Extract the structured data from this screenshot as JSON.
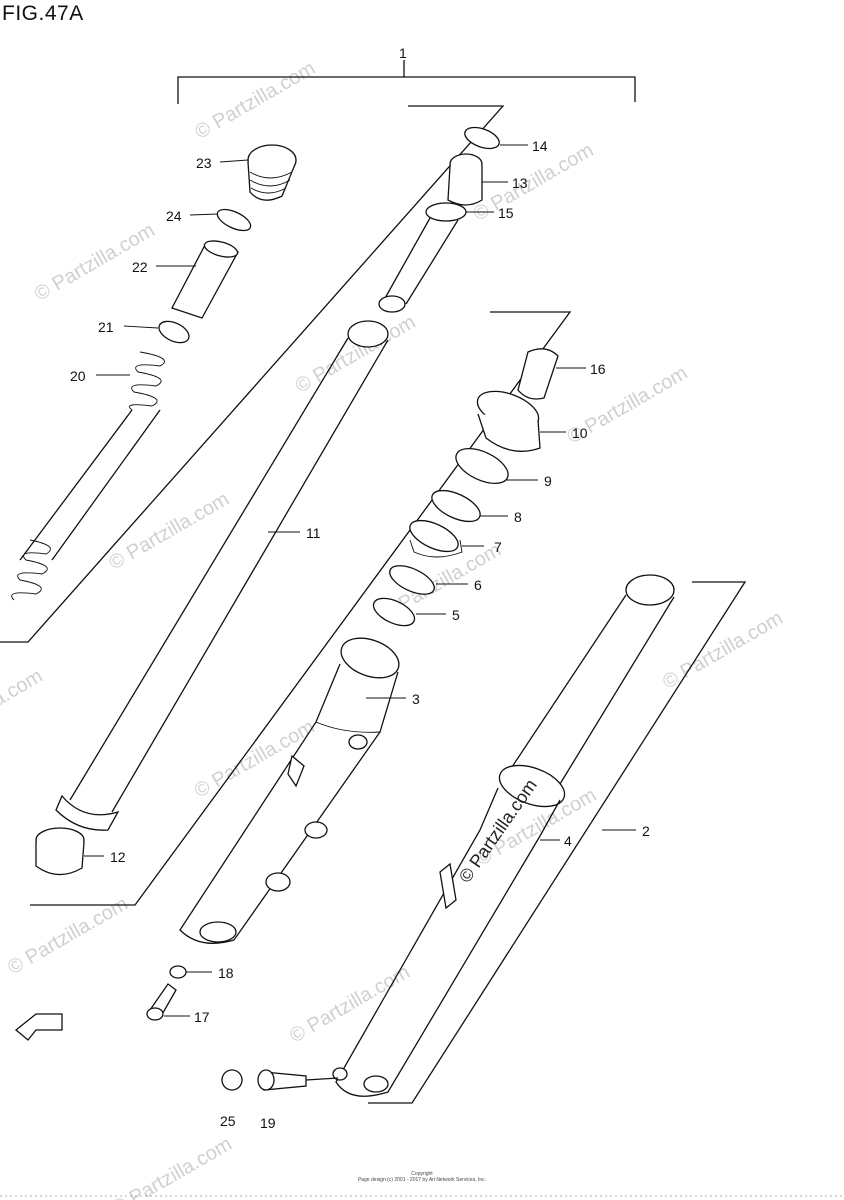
{
  "figure": {
    "title": "FIG.47A"
  },
  "labels": {
    "l1": "1",
    "l2": "2",
    "l3": "3",
    "l4": "4",
    "l5": "5",
    "l6": "6",
    "l7": "7",
    "l8": "8",
    "l9": "9",
    "l10": "10",
    "l11": "11",
    "l12": "12",
    "l13": "13",
    "l14": "14",
    "l15": "15",
    "l16": "16",
    "l17": "17",
    "l18": "18",
    "l19": "19",
    "l20": "20",
    "l21": "21",
    "l22": "22",
    "l23": "23",
    "l24": "24",
    "l25": "25"
  },
  "watermark": {
    "text": "© Partzilla.com"
  },
  "fwd_marker": {
    "text": "FWD"
  },
  "footer": {
    "line1": "Copyright",
    "line2": "Page design (c) 2001 - 2017 by Ari Network Services, Inc."
  }
}
